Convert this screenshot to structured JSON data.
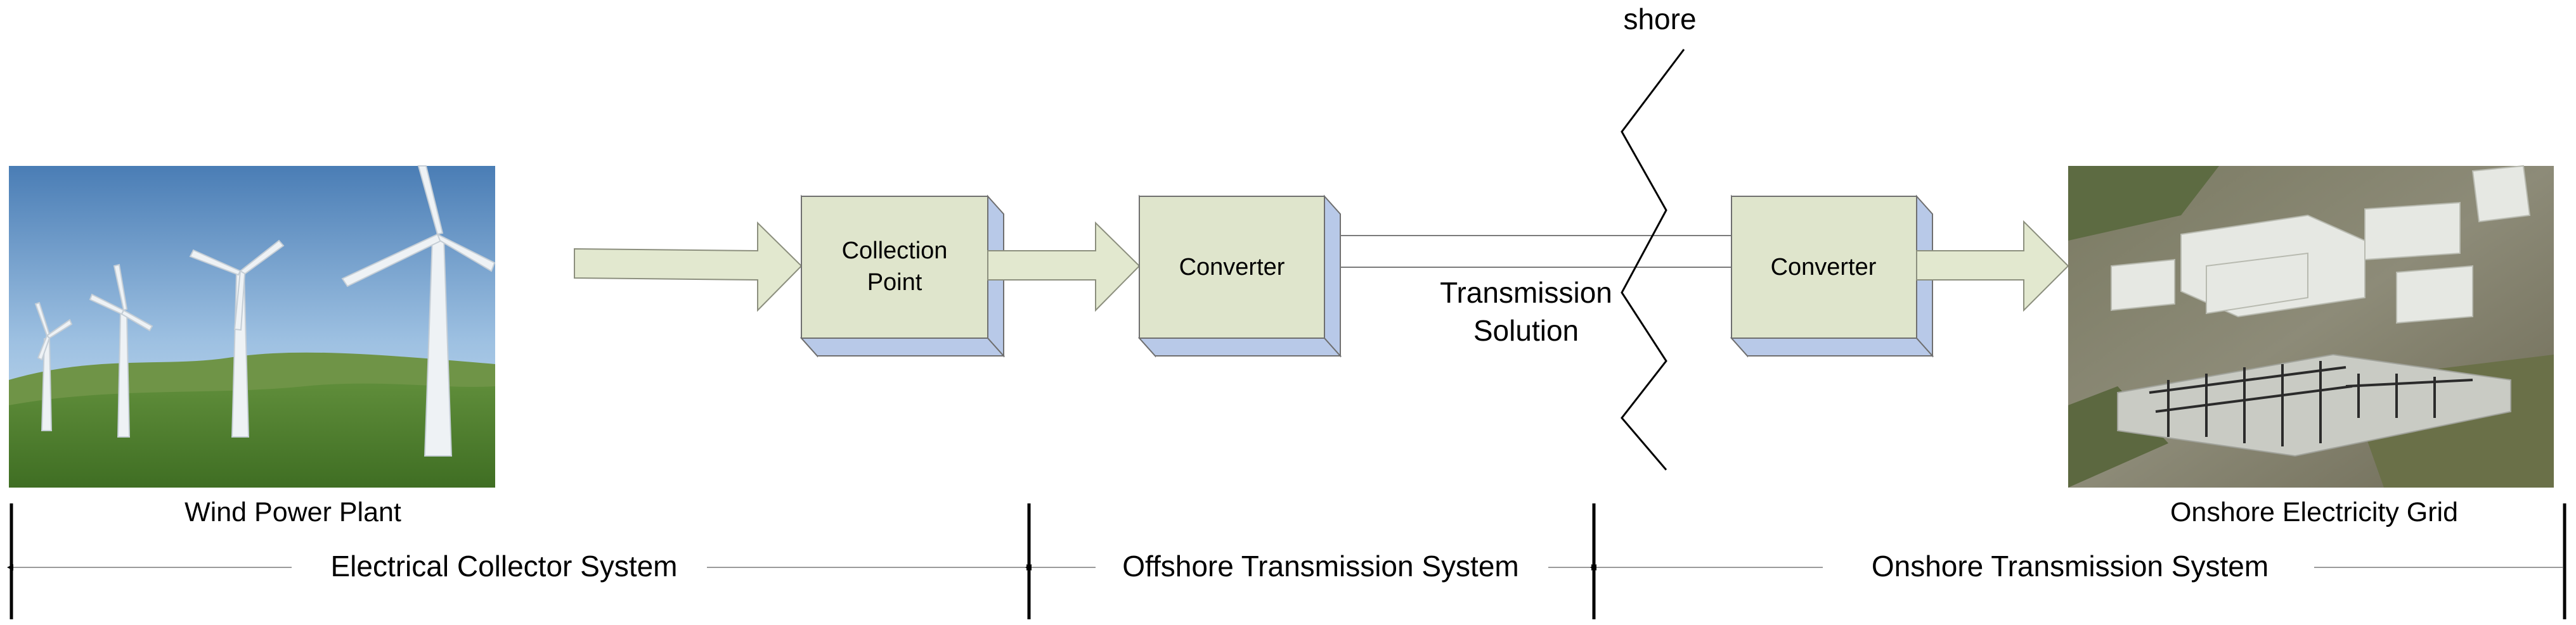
{
  "shore_label": "shore",
  "blocks": {
    "collection_point": [
      "Collection",
      "Point"
    ],
    "converter_offshore": "Converter",
    "converter_onshore": "Converter"
  },
  "transmission_label": [
    "Transmission",
    "Solution"
  ],
  "images": {
    "wind_power_plant": "Wind Power Plant",
    "onshore_grid": "Onshore Electricity Grid"
  },
  "systems": {
    "collector": "Electrical Collector System",
    "offshore": "Offshore Transmission System",
    "onshore": "Onshore Transmission System"
  },
  "colors": {
    "box_face": "#dfe5cc",
    "box_side": "#b8c9e8",
    "arrow_fill": "#e2e8cf",
    "sky_top": "#4f7fb3",
    "grass": "#4f7c2d"
  }
}
